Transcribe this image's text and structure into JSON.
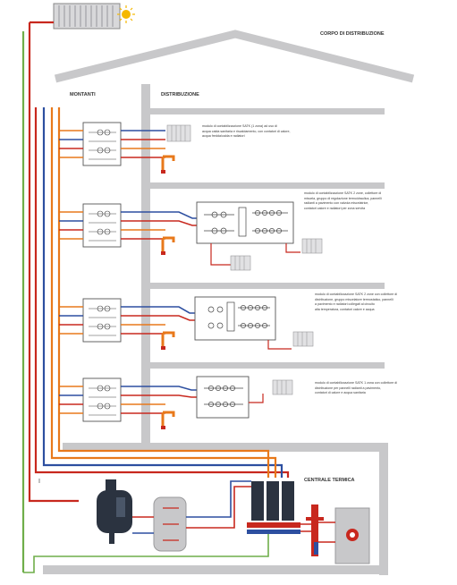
{
  "labels": {
    "roof_title": "CORPO DI DISTRIBUZIONE",
    "col_left": "MONTANTI",
    "col_right": "DISTRIBUZIONE",
    "plant_room": "CENTRALE TERMICA"
  },
  "floors": [
    {
      "note_lines": [
        "modulo di contabilizzazione SATK (1 zona) ad uso di",
        "acqua calda sanitaria e riscaldamento, con contatori di calore,",
        "acqua fredda/calda e radiatori"
      ]
    },
    {
      "note_lines": [
        "modulo di contabilizzazione SATK 2 zone, collettore di",
        "miscela, gruppo di regolazione termoidraulica, pannelli",
        "radianti a pavimento con valvola miscelatrice,",
        "contatori calore e radiatori per zona servita"
      ]
    },
    {
      "note_lines": [
        "modulo di contabilizzazione SATK 2 zone con collettore di",
        "distribuzione, gruppo miscelatore termostatico, pannelli",
        "a pavimento e radiatori collegati al circuito",
        "alta temperatura, contatori calore e acqua"
      ]
    },
    {
      "note_lines": [
        "modulo di contabilizzazione SATK 1 zona con collettore di",
        "distribuzione per pannelli radianti a pavimento,",
        "contatori di calore e acqua sanitaria"
      ]
    }
  ],
  "colors": {
    "wall": "#c8c8ca",
    "hot_supply": "#c8281e",
    "return": "#2d4fa0",
    "dhw": "#e8791b",
    "cold_water": "#6fae4a",
    "sun": "#f5b800",
    "boiler": "#2b3340"
  },
  "icons": {
    "solar_panel": "solar-panel-icon",
    "sun": "sun-icon",
    "boiler": "boiler-icon",
    "storage_tank": "storage-tank-icon",
    "manifold": "manifold-icon",
    "radiator": "radiator-icon",
    "faucet": "faucet-icon"
  }
}
